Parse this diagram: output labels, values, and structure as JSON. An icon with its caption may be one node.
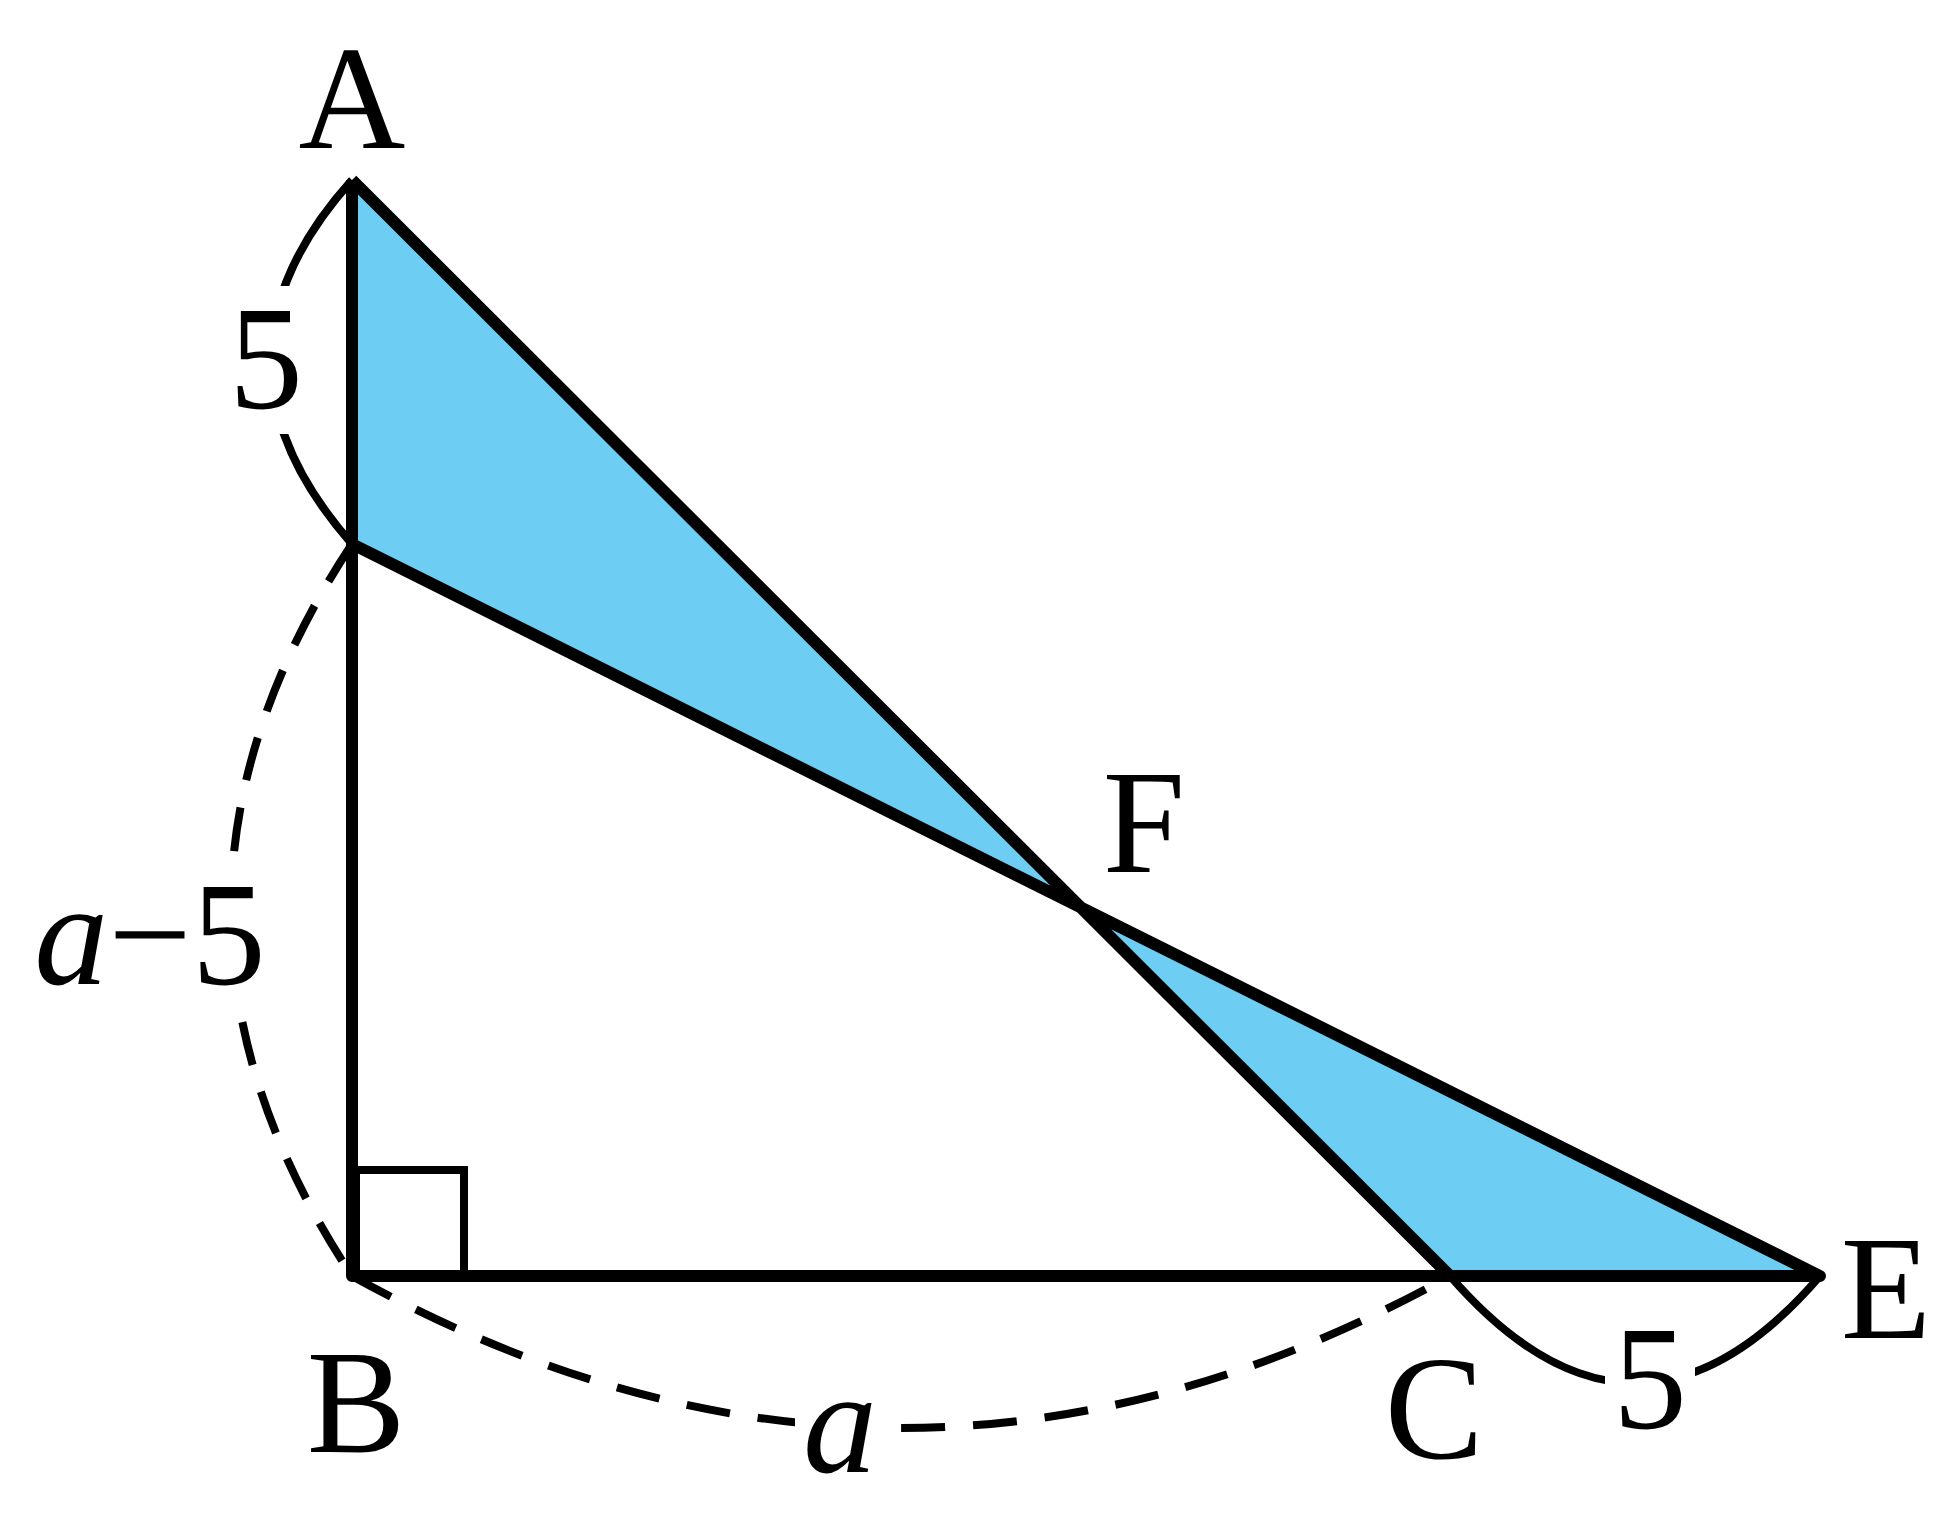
{
  "diagram": {
    "labels": [
      "A",
      "5",
      "*a*−5",
      "F",
      "B",
      "a",
      "C",
      "5",
      "E"
    ]
  }
}
